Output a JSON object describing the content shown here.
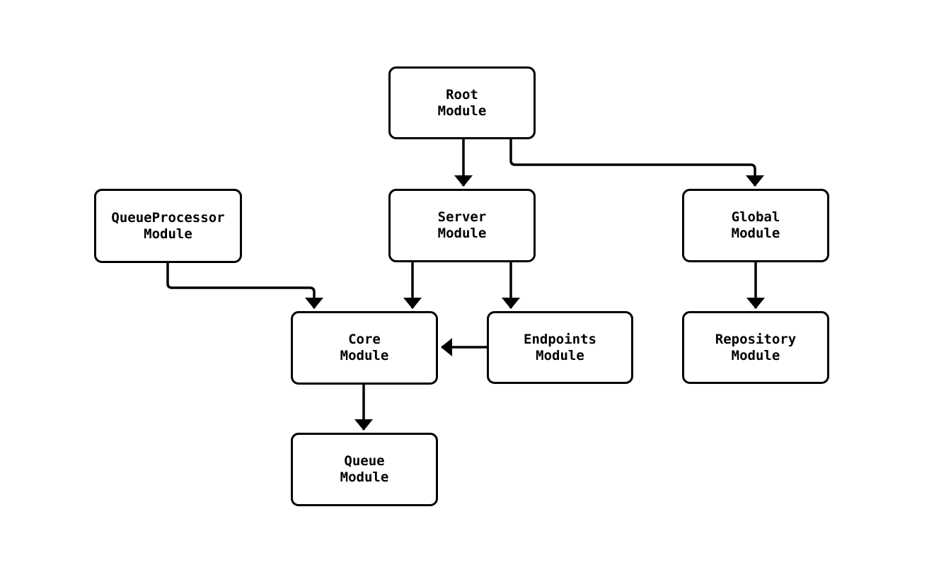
{
  "diagram": {
    "type": "module-dependency-graph",
    "nodes": {
      "root": {
        "label": "Root\nModule"
      },
      "queueprocessor": {
        "label": "QueueProcessor\nModule"
      },
      "server": {
        "label": "Server\nModule"
      },
      "global": {
        "label": "Global\nModule"
      },
      "core": {
        "label": "Core\nModule"
      },
      "endpoints": {
        "label": "Endpoints\nModule"
      },
      "repository": {
        "label": "Repository\nModule"
      },
      "queue": {
        "label": "Queue\nModule"
      }
    },
    "edges": [
      {
        "from": "Root Module",
        "to": "Server Module"
      },
      {
        "from": "Root Module",
        "to": "Global Module"
      },
      {
        "from": "QueueProcessor Module",
        "to": "Core Module"
      },
      {
        "from": "Server Module",
        "to": "Core Module"
      },
      {
        "from": "Server Module",
        "to": "Endpoints Module"
      },
      {
        "from": "Endpoints Module",
        "to": "Core Module"
      },
      {
        "from": "Global Module",
        "to": "Repository Module"
      },
      {
        "from": "Core Module",
        "to": "Queue Module"
      }
    ],
    "colors": {
      "line": "#000000",
      "node_border": "#000000",
      "node_fill": "#ffffff",
      "background": "#ffffff"
    }
  }
}
